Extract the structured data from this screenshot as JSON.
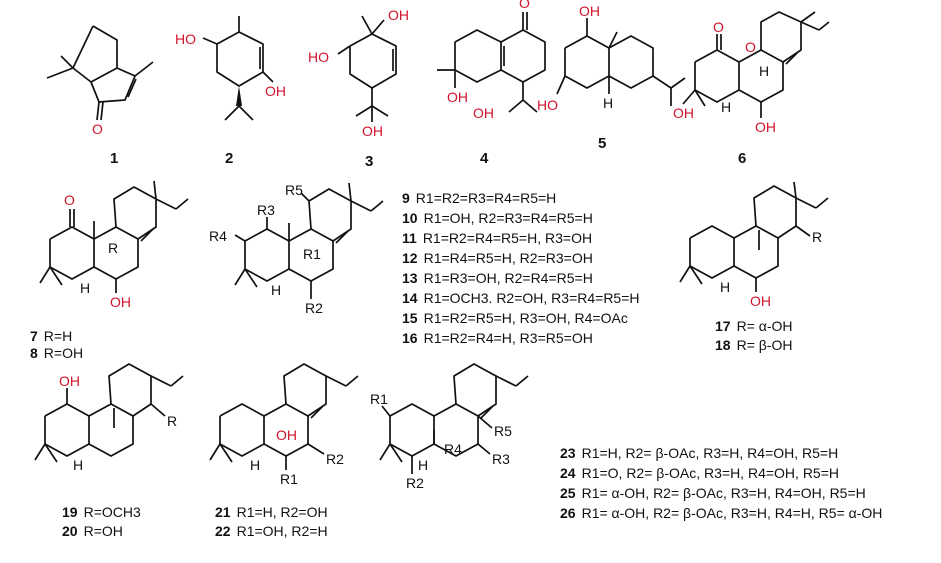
{
  "compounds": {
    "c1": "1",
    "c2": "2",
    "c3": "3",
    "c4": "4",
    "c5": "5",
    "c6": "6",
    "c7": "7",
    "c8": "8",
    "c17": "17",
    "c18": "18",
    "c19": "19",
    "c20": "20",
    "c21": "21",
    "c22": "22"
  },
  "atom_labels": {
    "oh": "OH",
    "ho": "HO",
    "o": "O",
    "h": "H",
    "r": "R",
    "r1": "R1",
    "r2": "R2",
    "r3": "R3",
    "r4": "R4",
    "r5": "R5"
  },
  "legends": {
    "l7": "R=H",
    "l8": "R=OH",
    "l17": "R= α-OH",
    "l18": "R= β-OH",
    "l19": "R=OCH3",
    "l20": "R=OH",
    "l21": "R1=H, R2=OH",
    "l22": "R1=OH, R2=H"
  },
  "table_a": [
    {
      "num": "9",
      "text": "R1=R2=R3=R4=R5=H"
    },
    {
      "num": "10",
      "text": "R1=OH, R2=R3=R4=R5=H"
    },
    {
      "num": "11",
      "text": "R1=R2=R4=R5=H, R3=OH"
    },
    {
      "num": "12",
      "text": "R1=R4=R5=H, R2=R3=OH"
    },
    {
      "num": "13",
      "text": "R1=R3=OH, R2=R4=R5=H"
    },
    {
      "num": "14",
      "text": "R1=OCH3. R2=OH, R3=R4=R5=H"
    },
    {
      "num": "15",
      "text": "R1=R2=R5=H, R3=OH, R4=OAc"
    },
    {
      "num": "16",
      "text": "R1=R2=R4=H, R3=R5=OH"
    }
  ],
  "table_b": [
    {
      "num": "23",
      "text": "R1=H, R2= β-OAc, R3=H, R4=OH, R5=H"
    },
    {
      "num": "24",
      "text": "R1=O, R2= β-OAc, R3=H, R4=OH, R5=H"
    },
    {
      "num": "25",
      "text": "R1= α-OH, R2= β-OAc, R3=H, R4=OH, R5=H"
    },
    {
      "num": "26",
      "text": "R1= α-OH, R2= β-OAc, R3=H, R4=H, R5= α-OH"
    }
  ]
}
